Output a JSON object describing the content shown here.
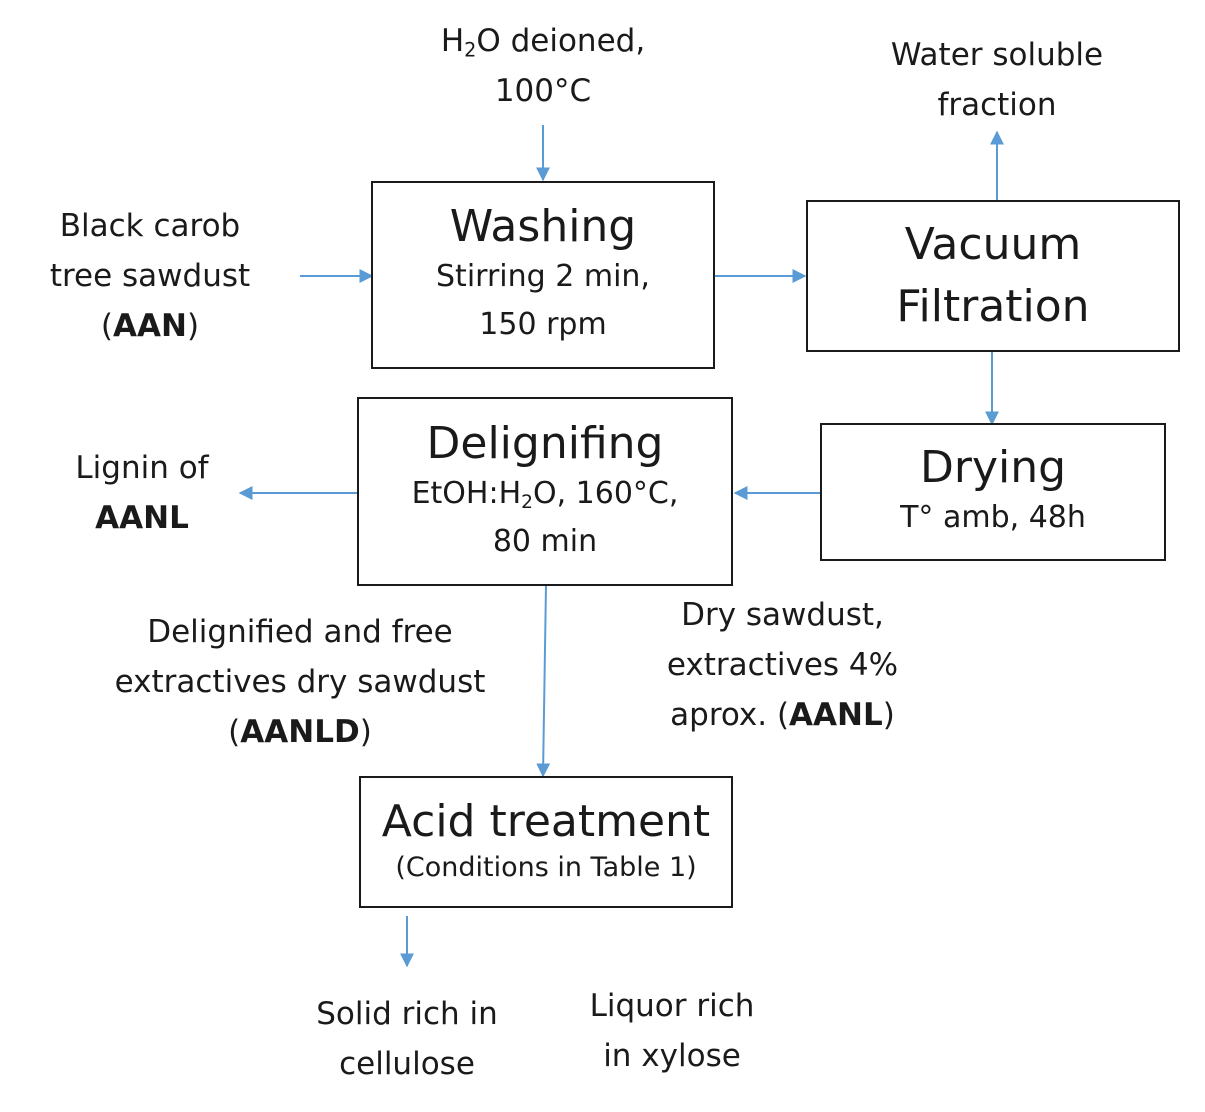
{
  "inputs": {
    "water": {
      "formula_h": "H",
      "formula_sub": "2",
      "formula_rest": "O deioned,",
      "temp": "100°C"
    },
    "sawdust": {
      "line1": "Black carob",
      "line2": "tree sawdust",
      "open": "(",
      "code": "AAN",
      "close": ")"
    }
  },
  "outputs": {
    "water_soluble": {
      "line1": "Water soluble",
      "line2": "fraction"
    },
    "lignin": {
      "line1": "Lignin of",
      "code": "AANL"
    },
    "solid": {
      "line1": "Solid rich in",
      "line2": "cellulose"
    },
    "liquor": {
      "line1": "Liquor rich",
      "line2": "in xylose"
    }
  },
  "steps": {
    "washing": {
      "title": "Washing",
      "line1": "Stirring 2 min,",
      "line2": "150 rpm"
    },
    "vacuum": {
      "line1": "Vacuum",
      "line2": "Filtration"
    },
    "drying": {
      "title": "Drying",
      "line1": "T° amb, 48h"
    },
    "delignifing": {
      "title": "Delignifing",
      "pre": "EtOH:H",
      "sub": "2",
      "post": "O, 160°C,",
      "line2": "80 min"
    },
    "acid": {
      "title": "Acid treatment",
      "line1": "(Conditions in Table 1)"
    }
  },
  "intermediates": {
    "dry_sawdust": {
      "line1": "Dry sawdust,",
      "line2": "extractives 4%",
      "line3_pre": "aprox. (",
      "code": "AANL",
      "close": ")"
    },
    "delignified": {
      "line1": "Delignified and free",
      "line2": "extractives dry sawdust",
      "open": "(",
      "code": "AANLD",
      "close": ")"
    }
  },
  "colors": {
    "arrow": "#5b9bd5",
    "border": "#1a1a1a",
    "text": "#1a1a1a"
  }
}
